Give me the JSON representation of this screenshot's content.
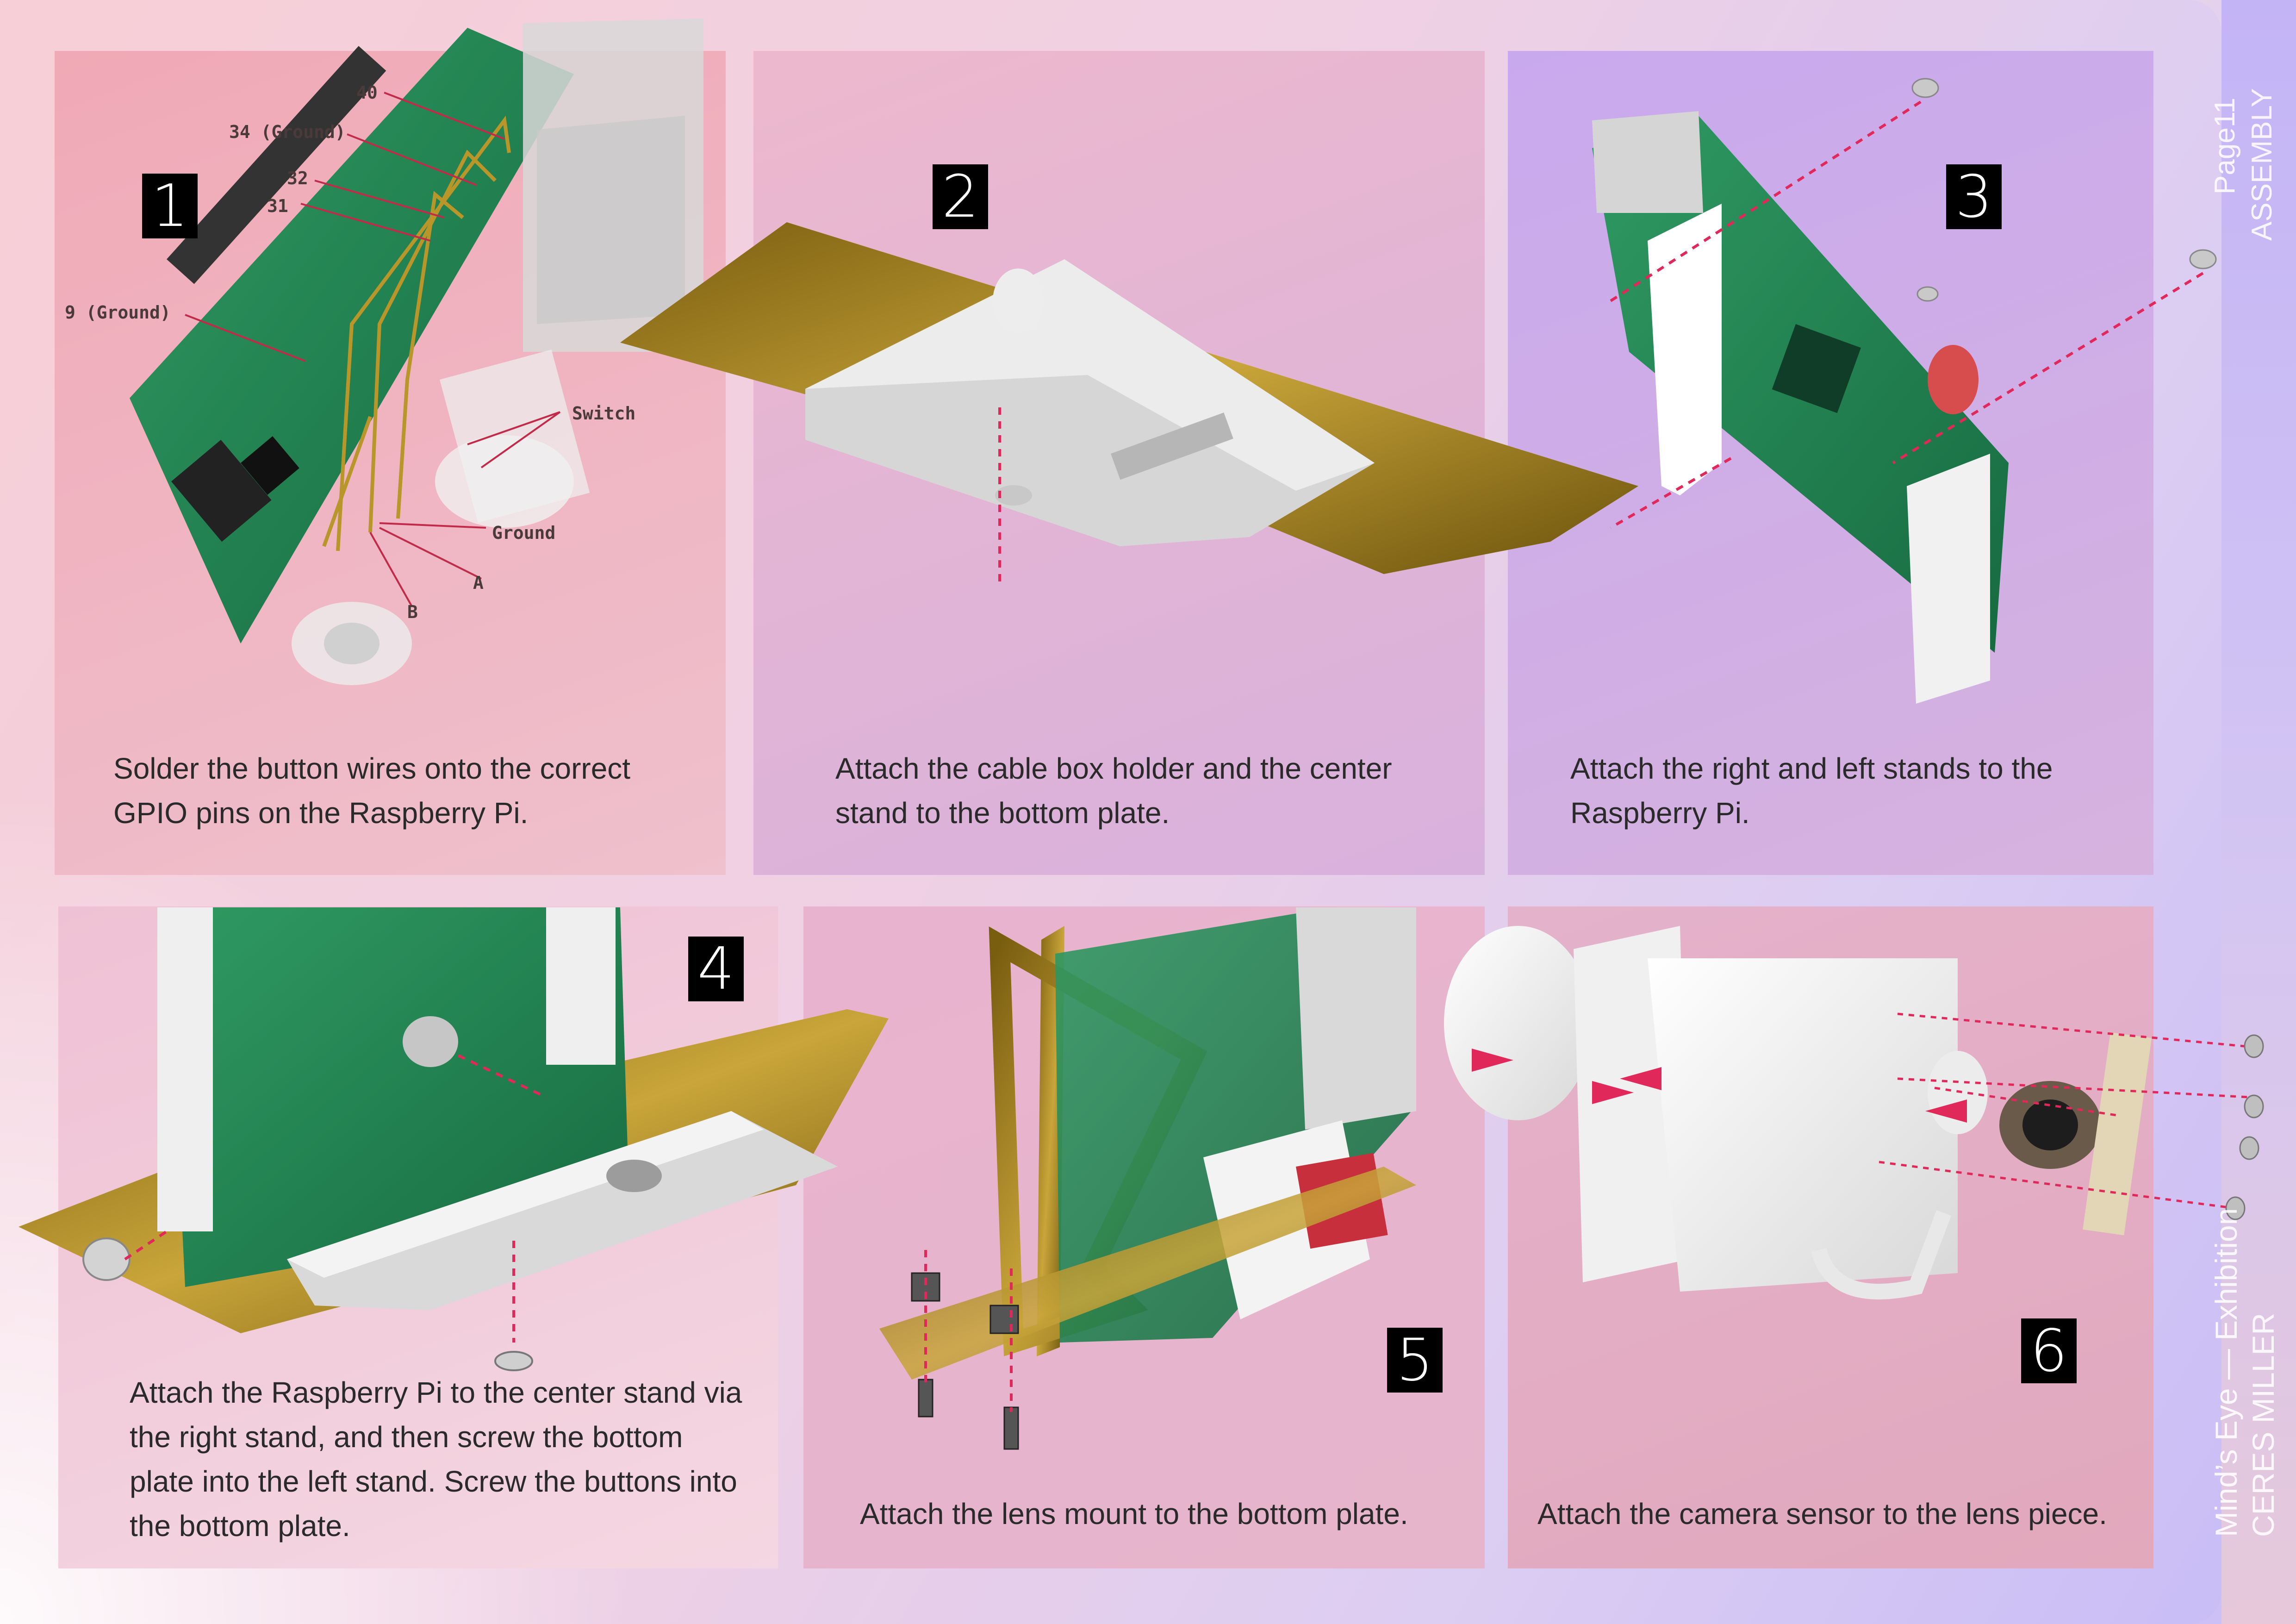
{
  "page": {
    "number": "Page11",
    "section": "ASSEMBLY",
    "project": "Mind’s Eye — Exhibition",
    "author": "CERES MILLER"
  },
  "steps": [
    {
      "number": "1",
      "caption": "Solder the button wires onto the correct GPIO pins on the Raspberry Pi."
    },
    {
      "number": "2",
      "caption": "Attach the cable box holder and the center stand to the bottom plate."
    },
    {
      "number": "3",
      "caption": "Attach the right and left stands to the Raspberry Pi."
    },
    {
      "number": "4",
      "caption": "Attach the Raspberry Pi to the center stand via the right stand, and then screw the bottom plate into the left stand. Screw the buttons into the bottom plate."
    },
    {
      "number": "5",
      "caption": "Attach the lens mount to the bottom plate."
    },
    {
      "number": "6",
      "caption": "Attach the camera sensor to the lens piece."
    }
  ],
  "wire_labels": {
    "pin40": "40",
    "pin34": "34 (Ground)",
    "pin32": "32",
    "pin31": "31",
    "pin9": "9 (Ground)",
    "switch": "Switch",
    "ground": "Ground",
    "a": "A",
    "b": "B"
  },
  "colors": {
    "accent_dashes": "#e0285a",
    "pcb_green": "#1f7a4e",
    "brass": "#b8962a",
    "plastic_white": "#eeeeee"
  }
}
